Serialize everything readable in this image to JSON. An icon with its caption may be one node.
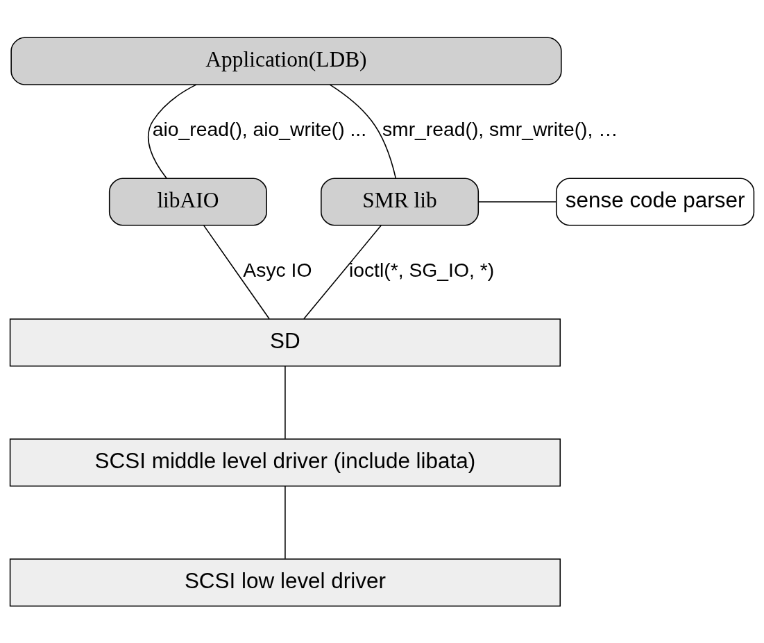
{
  "diagram": {
    "nodes": [
      {
        "text": [
          "Application(LDB)"
        ]
      },
      {
        "text": [
          "libAIO"
        ]
      },
      {
        "text": [
          "SMR lib"
        ]
      },
      {
        "text": [
          "sense code parser"
        ]
      },
      {
        "text": [
          "SD"
        ]
      },
      {
        "text": [
          "SCSI middle level driver (include libata)"
        ]
      },
      {
        "text": [
          "SCSI low level driver"
        ]
      }
    ],
    "edges": [
      {
        "from": 0,
        "to": 1,
        "arrow": "none",
        "label": "aio_read(), aio_write() ..."
      },
      {
        "from": 0,
        "to": 2,
        "arrow": "none",
        "label": "smr_read(), smr_write(), …"
      },
      {
        "from": 2,
        "to": 3,
        "arrow": "none"
      },
      {
        "from": 1,
        "to": 4,
        "arrow": "none",
        "label": "Asyc IO"
      },
      {
        "from": 2,
        "to": 4,
        "arrow": "none",
        "label": "ioctl(*, SG_IO, *)"
      },
      {
        "from": 4,
        "to": 5,
        "arrow": "none"
      },
      {
        "from": 5,
        "to": 6,
        "arrow": "none"
      }
    ]
  }
}
